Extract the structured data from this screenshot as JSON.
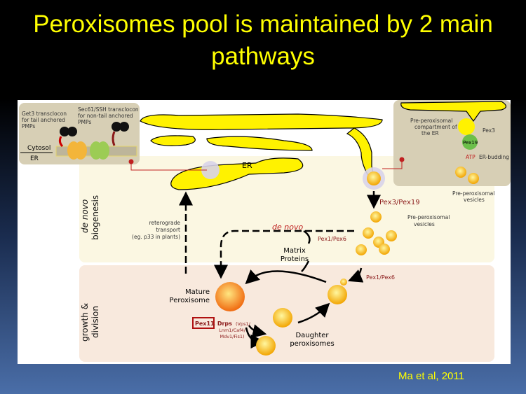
{
  "slide": {
    "title_line1": "Peroxisomes pool is maintained by 2 main",
    "title_line2": "pathways",
    "citation": "Ma et al, 2011"
  },
  "diagram": {
    "inset_left": {
      "get3_1": "Get3 transclocon",
      "get3_2": "for tail anchored",
      "get3_3": "PMPs",
      "sec61_1": "Sec61/SSH transclocon",
      "sec61_2": "for non-tail anchored",
      "sec61_3": "PMPs",
      "cytosol": "Cytosol",
      "er": "ER"
    },
    "inset_right": {
      "comp_1": "Pre-peroxisomal",
      "comp_2": "compartment of",
      "comp_3": "the ER",
      "pex3": "Pex3",
      "pex19": "Pex19",
      "atp": "ATP",
      "budding": "ER-budding",
      "ves_1": "Pre-peroxisomal",
      "ves_2": "vesicles"
    },
    "er_label": "ER",
    "section_denovo_1": "de novo",
    "section_denovo_2": "biogenesis",
    "section_growth_1": "growth &",
    "section_growth_2": "division",
    "retro_1": "reterograde",
    "retro_2": "transport",
    "retro_3": "(eg. p33 in plants)",
    "denovo": "de novo",
    "pex3_pex19": "Pex3/Pex19",
    "prevesicles_1": "Pre-peroxisomal",
    "prevesicles_2": "vesicles",
    "pex1_pex6_a": "Pex1/Pex6",
    "pex1_pex6_b": "Pex1/Pex6",
    "matrix_1": "Matrix",
    "matrix_2": "Proteins",
    "mature_1": "Mature",
    "mature_2": "Peroxisome",
    "pex11": "Pex11",
    "drps": ", Drps",
    "drps_1": "(Vps1/",
    "drps_2": "Lnm1/Caf4/",
    "drps_3": "Mdv1/Fis1)",
    "daughter_1": "Daughter",
    "daughter_2": "peroxisomes"
  }
}
